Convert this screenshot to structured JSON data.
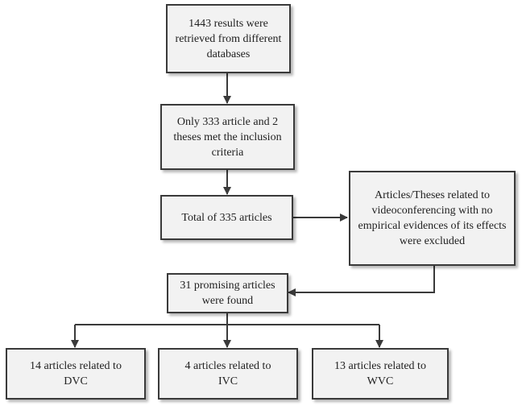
{
  "nodes": {
    "retrieved": "1443 results were\nretrieved from different\ndatabases",
    "inclusion": "Only 333 article and 2\ntheses met the inclusion\ncriteria",
    "total": "Total of 335 articles",
    "excluded": "Articles/Theses related to\nvideoconferencing with no\nempirical evidences of its effects\nwere excluded",
    "promising": "31 promising articles\nwere found",
    "dvc": "14 articles related to\nDVC",
    "ivc": "4 articles related to\nIVC",
    "wvc": "13 articles related to\nWVC"
  },
  "colors": {
    "box_fill": "#f2f2f2",
    "box_border": "#3a3a3a",
    "line": "#3a3a3a"
  }
}
